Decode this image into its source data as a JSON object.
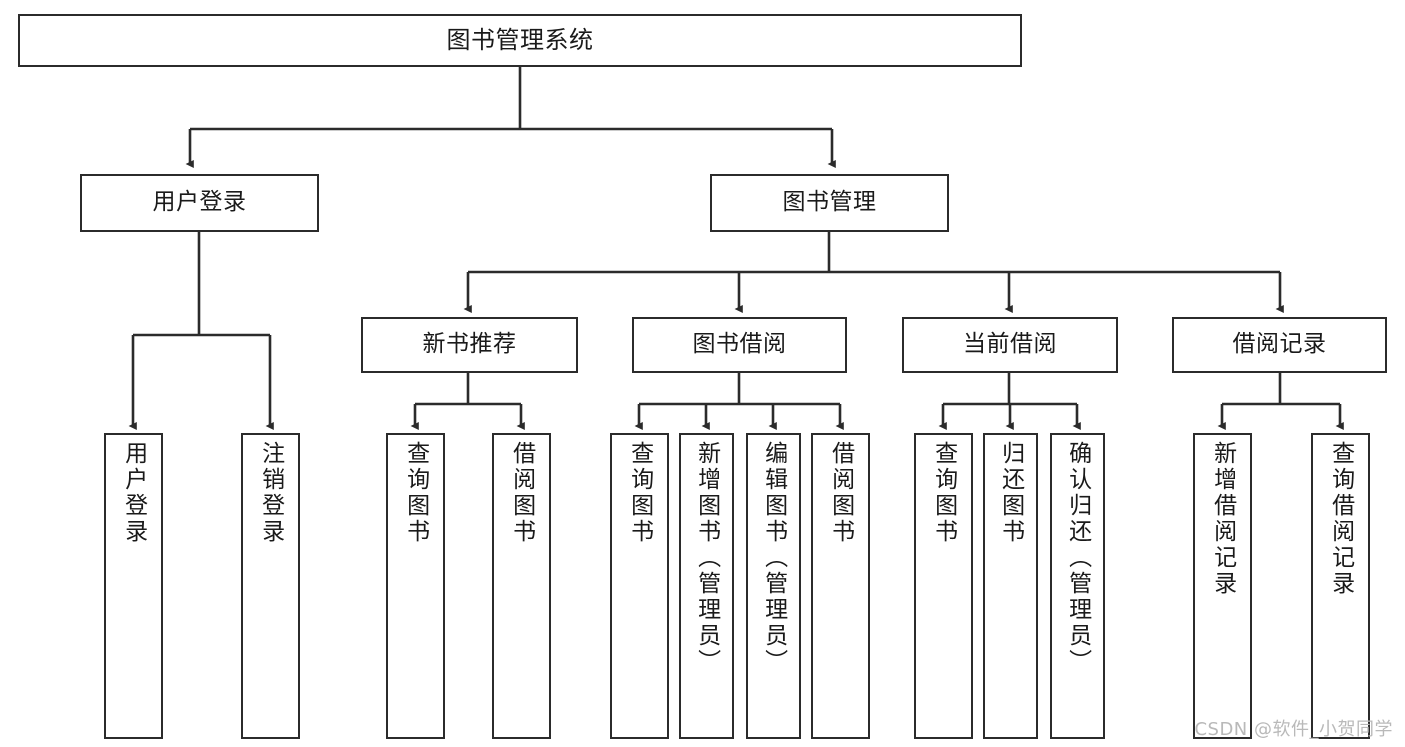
{
  "diagram": {
    "title": "图书管理系统",
    "type": "tree",
    "watermark": "CSDN @软件_小贺同学",
    "colors": {
      "stroke": "#2b2b2b",
      "fill": "#ffffff",
      "text": "#1a1a1a",
      "watermark": "#b9b9b9"
    },
    "nodes": {
      "root": {
        "label": "图书管理系统"
      },
      "level2": [
        {
          "id": "user-login",
          "label": "用户登录"
        },
        {
          "id": "book-manage",
          "label": "图书管理"
        }
      ],
      "level3": [
        {
          "id": "new-book-rec",
          "label": "新书推荐"
        },
        {
          "id": "book-borrow",
          "label": "图书借阅"
        },
        {
          "id": "current-borrow",
          "label": "当前借阅"
        },
        {
          "id": "borrow-record",
          "label": "借阅记录"
        }
      ],
      "leaves": {
        "user_login": [
          {
            "id": "leaf-user-login",
            "label": "用户登录"
          },
          {
            "id": "leaf-logout",
            "label": "注销登录"
          }
        ],
        "new_book_rec": [
          {
            "id": "leaf-query-book-1",
            "label": "查询图书"
          },
          {
            "id": "leaf-borrow-book-1",
            "label": "借阅图书"
          }
        ],
        "book_borrow": [
          {
            "id": "leaf-query-book-2",
            "label": "查询图书"
          },
          {
            "id": "leaf-add-book",
            "label": "新增图书（管理员）"
          },
          {
            "id": "leaf-edit-book",
            "label": "编辑图书（管理员）"
          },
          {
            "id": "leaf-borrow-book-2",
            "label": "借阅图书"
          }
        ],
        "current_borrow": [
          {
            "id": "leaf-query-book-3",
            "label": "查询图书"
          },
          {
            "id": "leaf-return-book",
            "label": "归还图书"
          },
          {
            "id": "leaf-confirm-return",
            "label": "确认归还（管理员）"
          }
        ],
        "borrow_record": [
          {
            "id": "leaf-add-record",
            "label": "新增借阅记录"
          },
          {
            "id": "leaf-query-record",
            "label": "查询借阅记录"
          }
        ]
      }
    }
  }
}
